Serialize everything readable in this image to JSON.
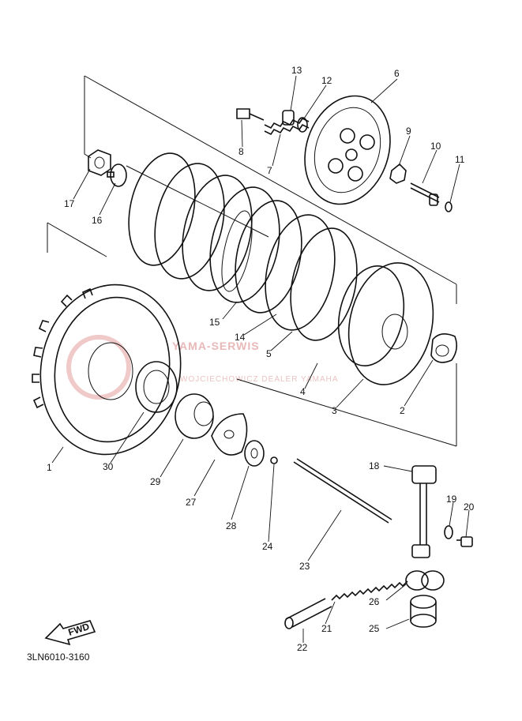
{
  "diagram": {
    "code": "3LN6010-3160",
    "fwd_label": "FWD",
    "watermark": {
      "brand": "YAMA-SERWIS",
      "tagline": "WOJCIECHOWICZ DEALER YAMAHA"
    },
    "labels": [
      {
        "id": "1",
        "text": "1"
      },
      {
        "id": "2",
        "text": "2"
      },
      {
        "id": "3",
        "text": "3"
      },
      {
        "id": "4",
        "text": "4"
      },
      {
        "id": "5",
        "text": "5"
      },
      {
        "id": "6",
        "text": "6"
      },
      {
        "id": "7",
        "text": "7"
      },
      {
        "id": "8",
        "text": "8"
      },
      {
        "id": "9",
        "text": "9"
      },
      {
        "id": "10",
        "text": "10"
      },
      {
        "id": "11",
        "text": "11"
      },
      {
        "id": "12",
        "text": "12"
      },
      {
        "id": "13",
        "text": "13"
      },
      {
        "id": "14",
        "text": "14"
      },
      {
        "id": "15",
        "text": "15"
      },
      {
        "id": "16",
        "text": "16"
      },
      {
        "id": "17",
        "text": "17"
      },
      {
        "id": "18",
        "text": "18"
      },
      {
        "id": "19",
        "text": "19"
      },
      {
        "id": "20",
        "text": "20"
      },
      {
        "id": "21",
        "text": "21"
      },
      {
        "id": "22",
        "text": "22"
      },
      {
        "id": "23",
        "text": "23"
      },
      {
        "id": "24",
        "text": "24"
      },
      {
        "id": "25",
        "text": "25"
      },
      {
        "id": "26",
        "text": "26"
      },
      {
        "id": "27",
        "text": "27"
      },
      {
        "id": "28",
        "text": "28"
      },
      {
        "id": "29",
        "text": "29"
      },
      {
        "id": "30",
        "text": "30"
      }
    ]
  }
}
